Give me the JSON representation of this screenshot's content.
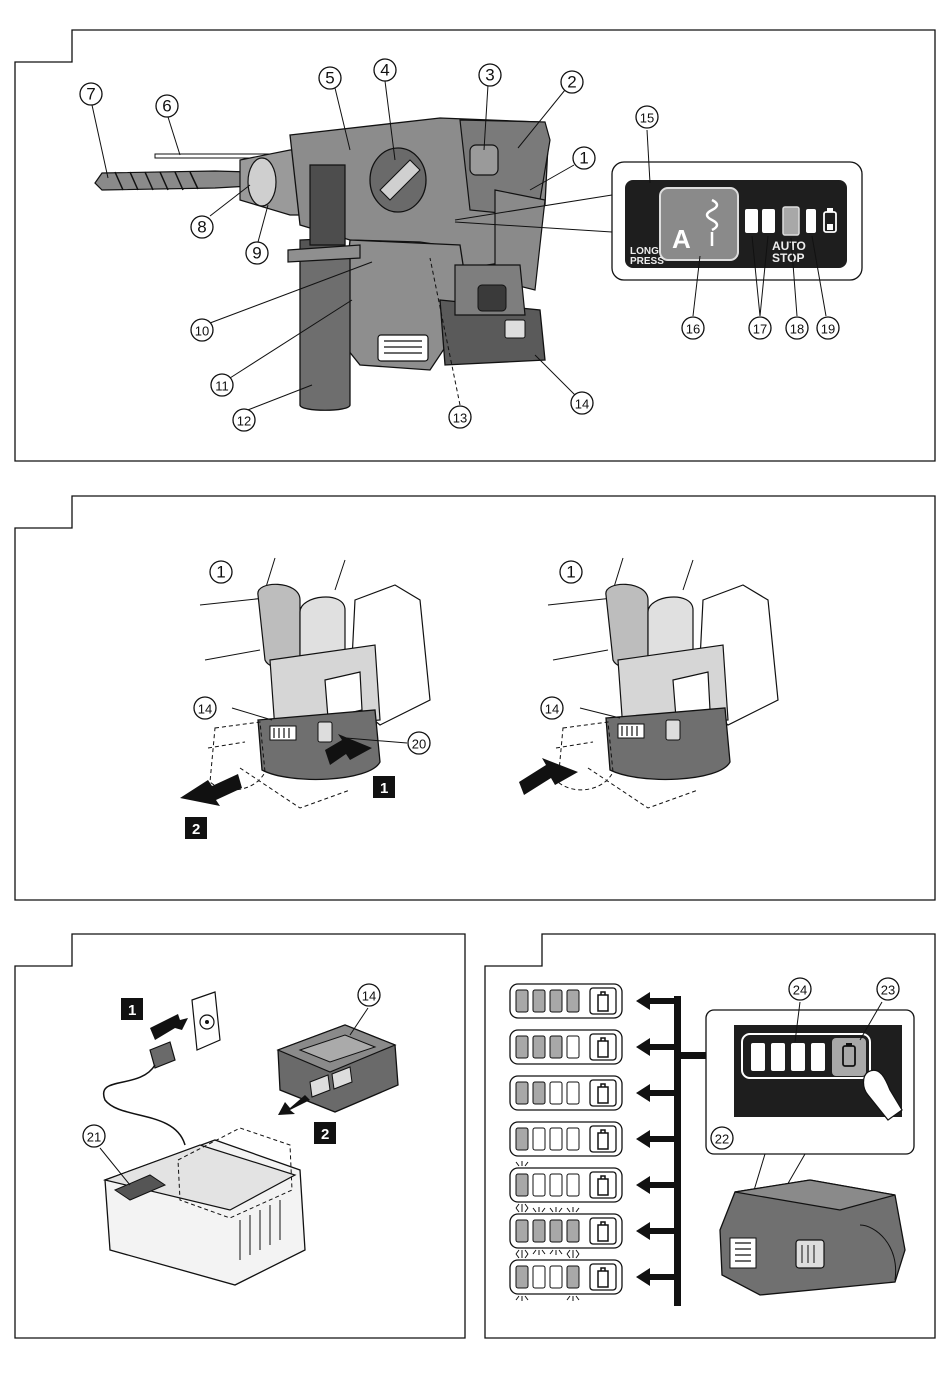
{
  "callouts": {
    "c1": "1",
    "c2": "2",
    "c3": "3",
    "c4": "4",
    "c5": "5",
    "c6": "6",
    "c7": "7",
    "c8": "8",
    "c9": "9",
    "c10": "10",
    "c11": "11",
    "c12": "12",
    "c13": "13",
    "c14": "14",
    "c15": "15",
    "c16": "16",
    "c17": "17",
    "c18": "18",
    "c19": "19",
    "c20": "20",
    "c21": "21",
    "c22": "22",
    "c23": "23",
    "c24": "24"
  },
  "panel": {
    "mode_letter": "A",
    "long_press_line1": "LONG",
    "long_press_line2": "PRESS",
    "auto_stop_line1": "AUTO",
    "auto_stop_line2": "STOP"
  },
  "steps": {
    "s1": "1",
    "s2": "2"
  },
  "battery_levels": [
    {
      "lit": 4,
      "blink": []
    },
    {
      "lit": 3,
      "blink": []
    },
    {
      "lit": 2,
      "blink": []
    },
    {
      "lit": 1,
      "blink": []
    },
    {
      "lit": 1,
      "blink": [
        0
      ]
    },
    {
      "lit": 4,
      "blink": [
        0,
        1,
        2,
        3
      ]
    },
    {
      "lit": 1,
      "blink": [
        0,
        3
      ],
      "extra": [
        3
      ]
    }
  ],
  "colors": {
    "ink": "#111111",
    "screen": "#1e1e1e",
    "lit": "#a8a8a8",
    "body": "#6f6f6f"
  }
}
